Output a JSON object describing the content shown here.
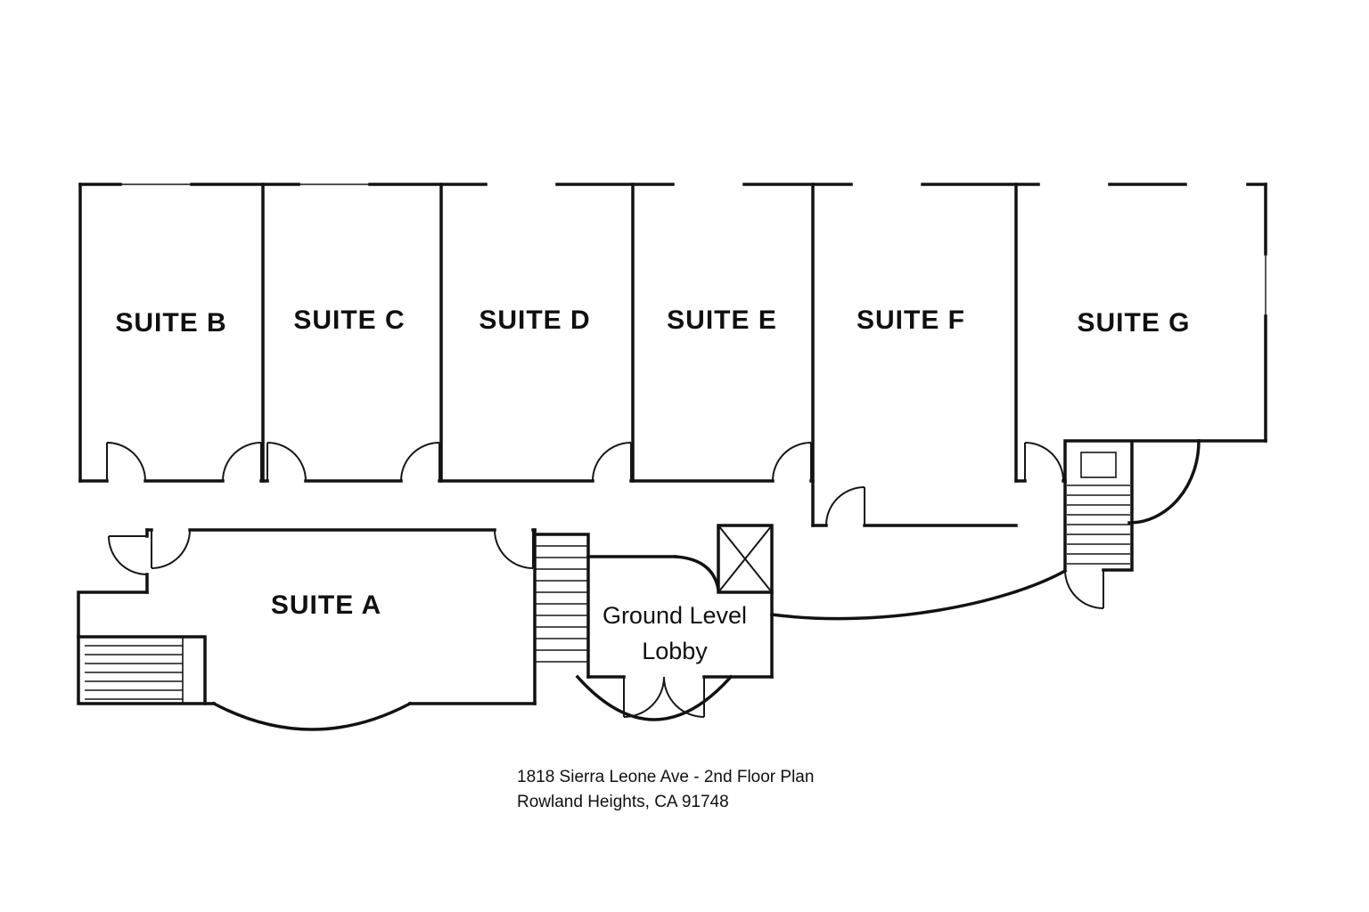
{
  "plan": {
    "suites": [
      {
        "name": "suite-b",
        "label": "SUITE B"
      },
      {
        "name": "suite-c",
        "label": "SUITE C"
      },
      {
        "name": "suite-d",
        "label": "SUITE D"
      },
      {
        "name": "suite-e",
        "label": "SUITE E"
      },
      {
        "name": "suite-f",
        "label": "SUITE F"
      },
      {
        "name": "suite-g",
        "label": "SUITE G"
      },
      {
        "name": "suite-a",
        "label": "SUITE A"
      }
    ],
    "lobby": {
      "line1": "Ground Level",
      "line2": "Lobby"
    },
    "symbols": {
      "elevator": "elevator-shaft",
      "stairs_left": "staircase",
      "stairs_center": "staircase",
      "stairs_right": "staircase"
    }
  },
  "caption": {
    "line1": "1818 Sierra Leone Ave - 2nd Floor Plan",
    "line2": "Rowland Heights, CA 91748"
  },
  "colors": {
    "wall": "#121212",
    "background": "#ffffff"
  }
}
